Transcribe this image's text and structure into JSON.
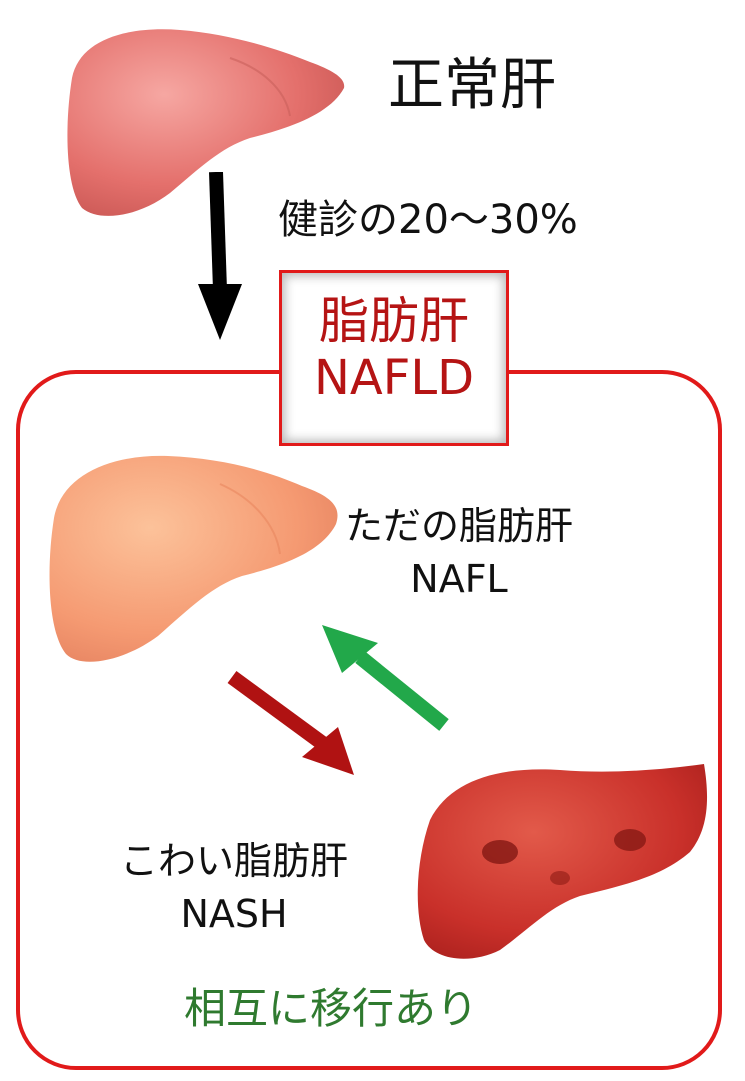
{
  "normal_liver": {
    "label": "正常肝"
  },
  "transition": {
    "label": "健診の20～30%"
  },
  "fatty_liver": {
    "title": "脂肪肝",
    "abbr": "NAFLD"
  },
  "nafl": {
    "label": "ただの脂肪肝",
    "abbr": "NAFL"
  },
  "nash": {
    "label": "こわい脂肪肝",
    "abbr": "NASH"
  },
  "footer": {
    "label": "相互に移行あり"
  },
  "colors": {
    "frame_red": "#e11a1a",
    "title_red": "#b51414",
    "progress_arrow": "#b01212",
    "regress_arrow": "#22a84a",
    "mutual_text": "#2f7a2f"
  }
}
